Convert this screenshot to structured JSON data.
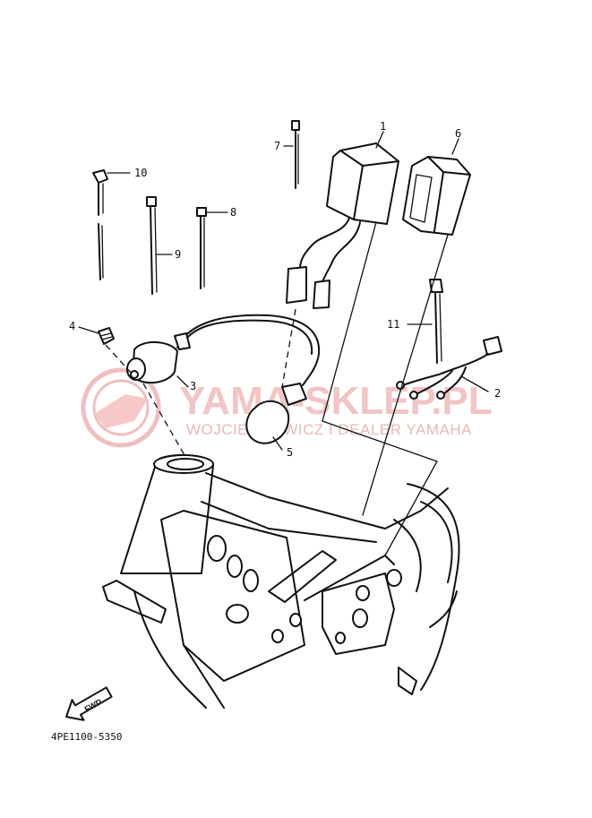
{
  "watermark": {
    "brand": "YAMA-SKLEP.PL",
    "subtitle": "WOJCIECHOWICZ I DEALER YAMAHA",
    "color": "#e8a0a0"
  },
  "callouts": [
    "1",
    "2",
    "3",
    "4",
    "5",
    "6",
    "7",
    "8",
    "9",
    "10",
    "11"
  ],
  "fwd_label": "FWD",
  "diagram_code": "4PE1100-5350"
}
